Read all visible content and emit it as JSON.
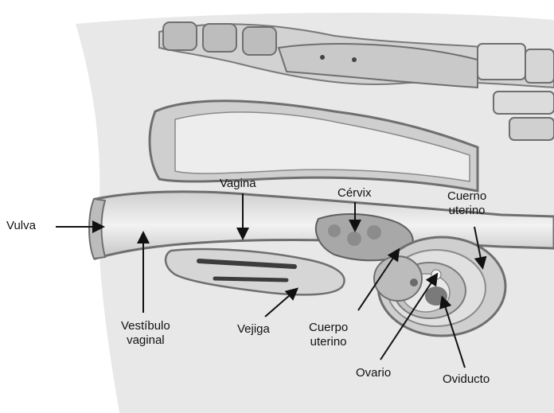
{
  "labels": {
    "vulva": "Vulva",
    "vagina": "Vagina",
    "cervix": "Cérvix",
    "cuerno": [
      "Cuerno",
      "uterino"
    ],
    "vestibulo": [
      "Vestíbulo",
      "vaginal"
    ],
    "vejiga": "Vejiga",
    "cuerpo": [
      "Cuerpo",
      "uterino"
    ],
    "ovario": "Ovario",
    "oviducto": "Oviducto"
  },
  "colors": {
    "body_shade": "#e6e6e6",
    "tissue_light": "#d9d9d9",
    "tissue_mid": "#bdbdbd",
    "tissue_dark": "#9a9a9a",
    "outline": "#6f6f6f",
    "arrow": "#111111"
  }
}
